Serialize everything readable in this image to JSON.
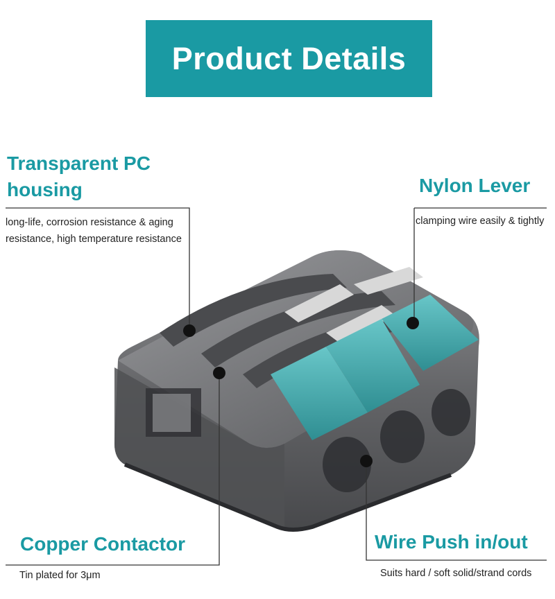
{
  "header": {
    "title": "Product Details"
  },
  "features": {
    "housing": {
      "title_line1": "Transparent PC",
      "title_line2": "housing",
      "desc_line1": "long-life, corrosion resistance & aging",
      "desc_line2": "resistance, high temperature resistance"
    },
    "lever": {
      "title": "Nylon Lever",
      "desc": "clamping wire easily & tightly"
    },
    "copper": {
      "title": "Copper Contactor",
      "desc": "Tin plated for  3μm"
    },
    "wire": {
      "title": "Wire Push in/out",
      "desc": "Suits hard / soft solid/strand cords"
    }
  },
  "colors": {
    "brand_teal": "#1a9aa3",
    "lever_teal": "#4fb8bb",
    "housing_gray": "#6d6e70"
  }
}
